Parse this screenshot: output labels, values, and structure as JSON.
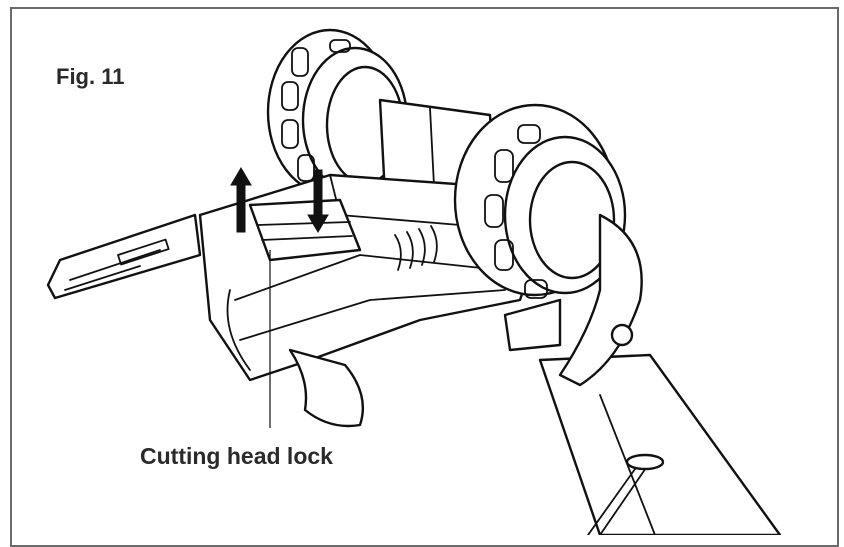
{
  "figure": {
    "label": "Fig. 11",
    "callout": "Cutting head lock"
  },
  "colors": {
    "line": "#111111",
    "frame": "#6b6b6b",
    "background": "#ffffff"
  },
  "illustration": {
    "subject": "string-trimmer-cutting-head-assembly",
    "arrows": [
      "up",
      "down"
    ]
  }
}
